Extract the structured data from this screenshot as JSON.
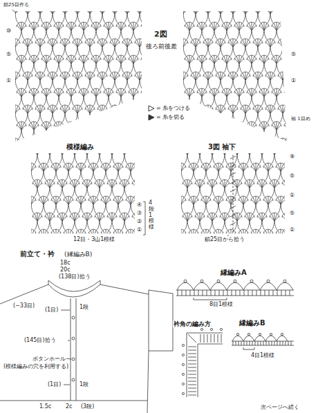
{
  "diagram": {
    "labels": [
      "鎖25目作る",
      "⑩",
      "⑤",
      "①",
      "2図",
      "後ろ前後差",
      "⑤",
      "①",
      "袖 1目め",
      "模様編み",
      "④",
      "③",
      "②",
      "①",
      "4段1模様",
      "12目・3山1模様",
      "3図 袖下",
      "⑨",
      "⑤",
      "①",
      "⑤",
      "①",
      "鎖25目から拾う",
      "前立て・衿",
      "(縁編みB)",
      "18c",
      "20c",
      "(138目)拾う",
      "(−33目)",
      "(1目)",
      "1段",
      "(145目)拾う",
      "ボタンホール",
      "(模様編みの穴を利用する)",
      "(1目)",
      "1段",
      "1.5c",
      "2c",
      "(3段)",
      "縁編みA",
      "8目1模様",
      "衿角の編み方",
      "縁編みB",
      "4目1模様",
      "次ページへ続く"
    ],
    "legend": [
      {
        "text": "= 糸をつける"
      },
      {
        "text": "= 糸を切る"
      }
    ]
  }
}
